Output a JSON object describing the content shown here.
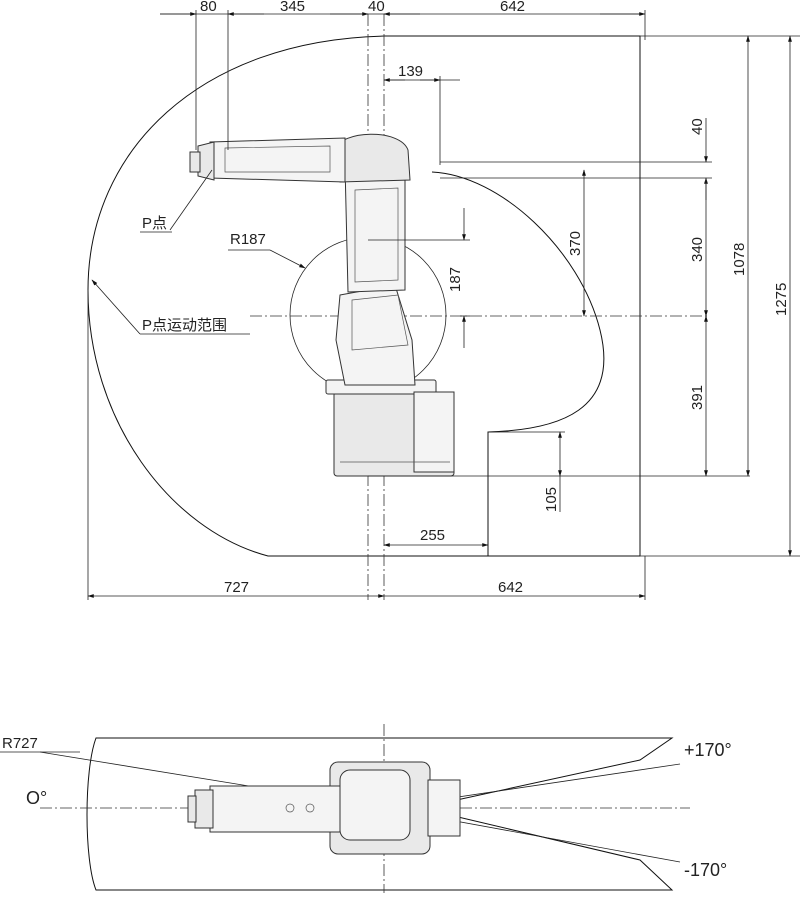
{
  "side_view": {
    "dims_top": [
      "80",
      "345",
      "40",
      "642"
    ],
    "dim_139": "139",
    "dims_right": [
      "40",
      "370",
      "340",
      "1078",
      "1275",
      "187",
      "391",
      "105"
    ],
    "dims_bottom": [
      "255",
      "727",
      "642"
    ],
    "radius_label": "R187",
    "p_point_label": "P点",
    "motion_range_label": "P点运动范围"
  },
  "top_view": {
    "radius_label": "R727",
    "angle_zero": "O°",
    "angle_pos": "+170°",
    "angle_neg": "-170°"
  }
}
